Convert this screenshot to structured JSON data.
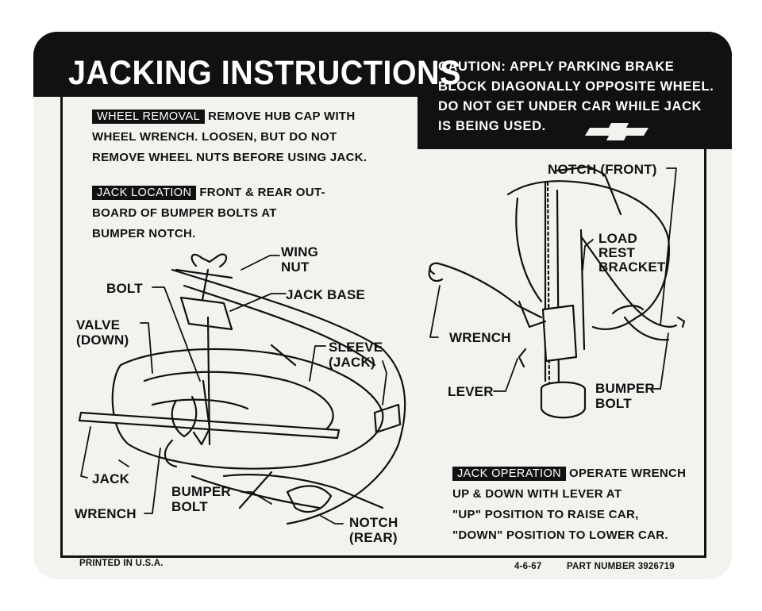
{
  "header": {
    "title": "JACKING INSTRUCTIONS",
    "caution": "CAUTION: APPLY PARKING BRAKE\nBLOCK DIAGONALLY OPPOSITE WHEEL.\nDO NOT GET UNDER CAR WHILE JACK\nIS BEING USED."
  },
  "wheel_removal": {
    "tag": "WHEEL REMOVAL",
    "line1": "REMOVE HUB CAP WITH",
    "line2": "WHEEL WRENCH. LOOSEN, BUT DO NOT",
    "line3": "REMOVE WHEEL NUTS BEFORE USING JACK."
  },
  "jack_location": {
    "tag": "JACK LOCATION",
    "line1": "FRONT & REAR OUT-",
    "line2": "BOARD OF BUMPER BOLTS AT",
    "line3": "BUMPER NOTCH."
  },
  "jack_operation": {
    "tag": "JACK OPERATION",
    "line1": "OPERATE WRENCH",
    "line2": "UP & DOWN WITH LEVER AT",
    "line3": "\"UP\" POSITION TO RAISE CAR,",
    "line4": "\"DOWN\" POSITION TO LOWER CAR."
  },
  "labels_left": {
    "wing_nut": "WING\nNUT",
    "bolt": "BOLT",
    "jack_base": "JACK BASE",
    "valve": "VALVE\n(DOWN)",
    "sleeve": "SLEEVE\n(JACK)",
    "jack": "JACK",
    "wrench": "WRENCH",
    "bumper_bolt": "BUMPER\nBOLT",
    "notch_rear": "NOTCH\n(REAR)"
  },
  "labels_right": {
    "notch_front": "NOTCH (FRONT)",
    "load_rest_bracket": "LOAD\nREST\nBRACKET",
    "wrench": "WRENCH",
    "lever": "LEVER",
    "bumper_bolt": "BUMPER\nBOLT"
  },
  "footer": {
    "printed": "PRINTED IN U.S.A.",
    "date": "4-6-67",
    "part": "PART NUMBER 3926719"
  }
}
